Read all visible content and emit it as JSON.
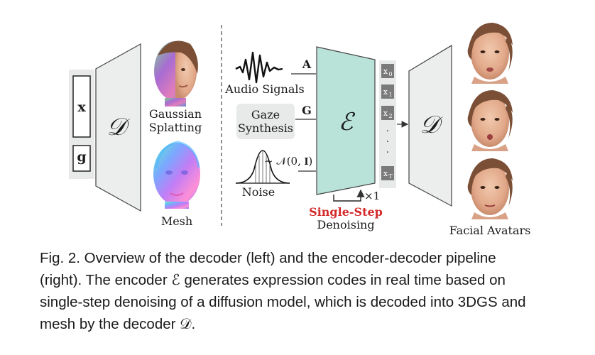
{
  "figure": {
    "decoder_left": {
      "inputs": [
        "x",
        "g"
      ],
      "decoder_symbol": "𝒟",
      "outputs": [
        {
          "label_line1": "Gaussian",
          "label_line2": "Splatting"
        },
        {
          "label": "Mesh"
        }
      ]
    },
    "pipeline_right": {
      "inputs": [
        {
          "label": "Audio Signals",
          "symbol": "A"
        },
        {
          "label_line1": "Gaze",
          "label_line2": "Synthesis",
          "symbol": "G"
        },
        {
          "label": "Noise",
          "formula": "~ 𝒩(0, 𝐈)"
        }
      ],
      "encoder_symbol": "ℰ",
      "codes": [
        "x0",
        "x1",
        "x2",
        "·",
        "·",
        "·",
        "xT"
      ],
      "code_main": [
        "x",
        "x",
        "x",
        "x"
      ],
      "code_subs": [
        "0",
        "1",
        "2",
        "T"
      ],
      "loop_label": "×1",
      "single_step_label": "Single-Step",
      "denoising_label": "Denoising",
      "decoder_symbol": "𝒟",
      "output_label": "Facial Avatars"
    },
    "colors": {
      "encoder_fill": "#b9e3d8",
      "decoder_fill": "#eceeed",
      "single_step_red": "#d42a2a",
      "code_box": "#7a7a7a"
    }
  },
  "caption": {
    "line1": "Fig. 2.  Overview of the decoder (left) and the encoder-decoder pipeline",
    "line2": "(right). The encoder ℰ generates expression codes in real time based on",
    "line3": "single-step denoising of a diffusion model, which is decoded into 3DGS and",
    "line4": "mesh by the decoder 𝒟."
  }
}
